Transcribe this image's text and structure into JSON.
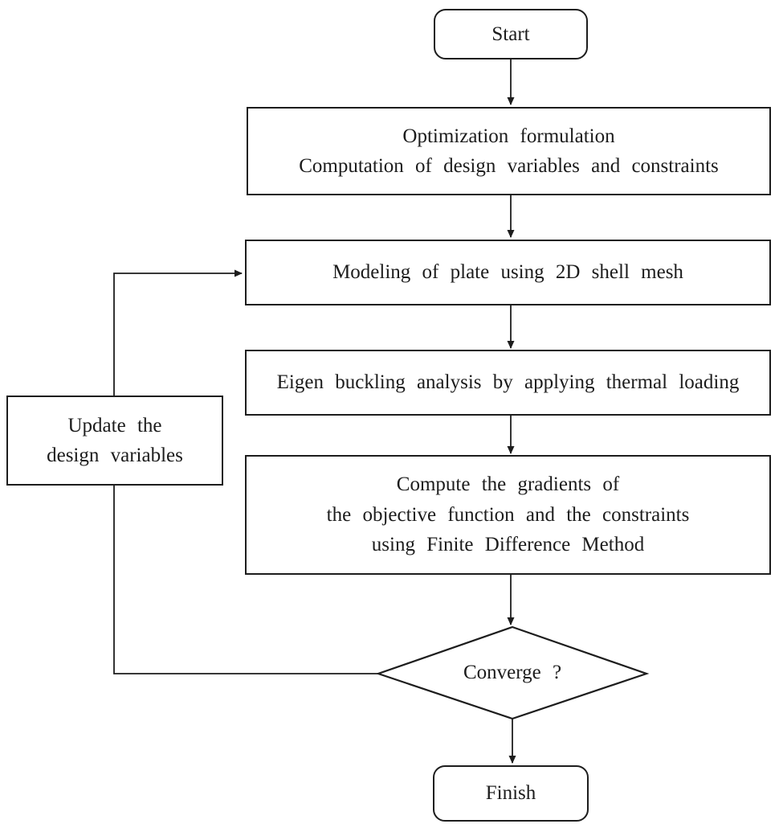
{
  "diagram": {
    "type": "flowchart",
    "colors": {
      "stroke": "#1d1d1d",
      "fill": "#ffffff",
      "text": "#1c1c1c"
    },
    "nodes": {
      "start": {
        "shape": "terminator",
        "label": "Start"
      },
      "formulation": {
        "shape": "process",
        "line1": "Optimization formulation",
        "line2": "Computation of design variables and constraints"
      },
      "modeling": {
        "shape": "process",
        "label": "Modeling of plate using 2D shell mesh"
      },
      "buckling": {
        "shape": "process",
        "label": "Eigen buckling analysis by applying thermal loading"
      },
      "gradients": {
        "shape": "process",
        "line1": "Compute the gradients of",
        "line2": "the objective function and the constraints",
        "line3": "using Finite Difference Method"
      },
      "converge": {
        "shape": "decision",
        "label": "Converge ?"
      },
      "update": {
        "shape": "process",
        "line1": "Update the",
        "line2": "design variables"
      },
      "finish": {
        "shape": "terminator",
        "label": "Finish"
      }
    },
    "edges": [
      {
        "from": "start",
        "to": "formulation"
      },
      {
        "from": "formulation",
        "to": "modeling"
      },
      {
        "from": "modeling",
        "to": "buckling"
      },
      {
        "from": "buckling",
        "to": "gradients"
      },
      {
        "from": "gradients",
        "to": "converge"
      },
      {
        "from": "converge",
        "to": "finish"
      },
      {
        "from": "converge",
        "to": "update"
      },
      {
        "from": "update",
        "to": "modeling"
      }
    ]
  }
}
